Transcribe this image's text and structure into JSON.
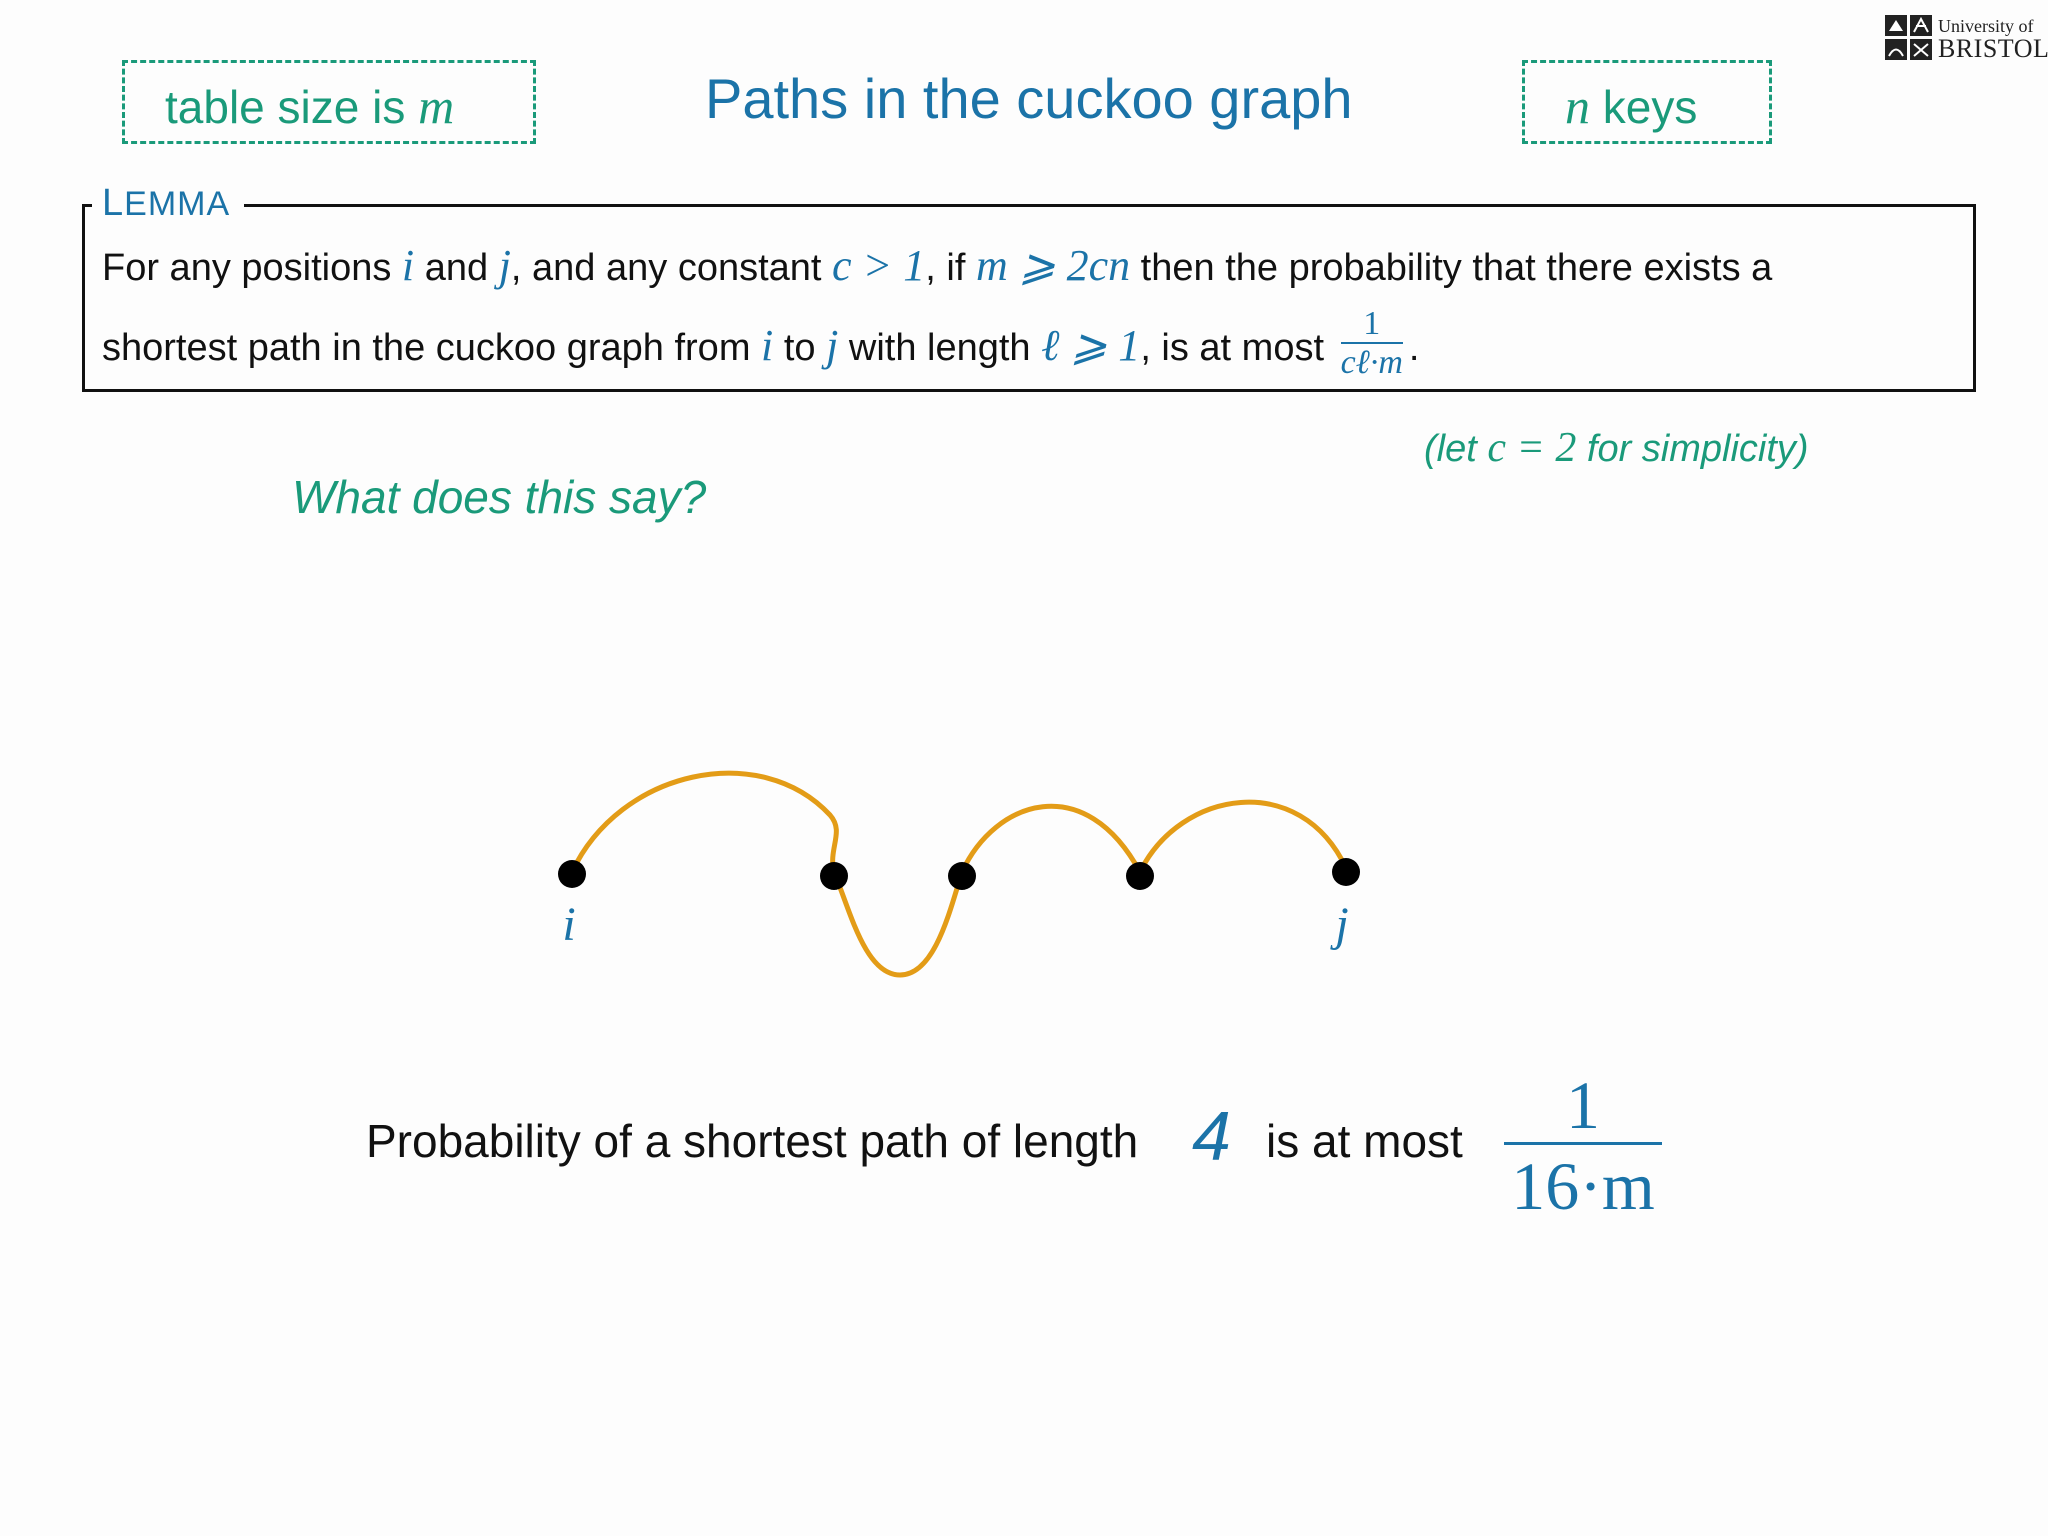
{
  "header": {
    "title": "Paths in the cuckoo graph",
    "left_box": {
      "text": "table size is ",
      "var": "m"
    },
    "right_box": {
      "var": "n",
      "text": " keys"
    },
    "logo": {
      "line1": "University of",
      "line2": "BRISTOL"
    }
  },
  "lemma": {
    "heading_first": "L",
    "heading_rest": "EMMA",
    "line1": [
      {
        "t": "For any positions "
      },
      {
        "m": "i"
      },
      {
        "t": " and "
      },
      {
        "m": "j"
      },
      {
        "t": ", and any constant "
      },
      {
        "m": "c > 1"
      },
      {
        "t": ", if "
      },
      {
        "m": "m ⩾ 2cn"
      },
      {
        "t": " then the probability that there exists a"
      }
    ],
    "line2": [
      {
        "t": "shortest path in the cuckoo graph from "
      },
      {
        "m": "i"
      },
      {
        "t": " to "
      },
      {
        "m": "j"
      },
      {
        "t": " with length "
      },
      {
        "m": "ℓ ⩾ 1"
      },
      {
        "t": ", is at most "
      }
    ],
    "bound_fraction": {
      "numerator": "1",
      "denominator": "cℓ·m"
    },
    "end_punct": "."
  },
  "simplicity_note": {
    "pre": "(let ",
    "math": "c = 2",
    "post": " for simplicity)"
  },
  "question": "What does this say?",
  "graph": {
    "start_label": "i",
    "end_label": "j",
    "node_color": "#000000",
    "edge_color": "#e39c17",
    "node_count": 5,
    "edge_count": 4
  },
  "bottom": {
    "text": "Probability of a shortest path of length",
    "length": "4",
    "mid": "is at most",
    "numerator": "1",
    "denominator": "16·m"
  },
  "colors": {
    "accent_blue": "#1b73a8",
    "accent_teal": "#1a9a7a",
    "edge_orange": "#e39c17"
  }
}
